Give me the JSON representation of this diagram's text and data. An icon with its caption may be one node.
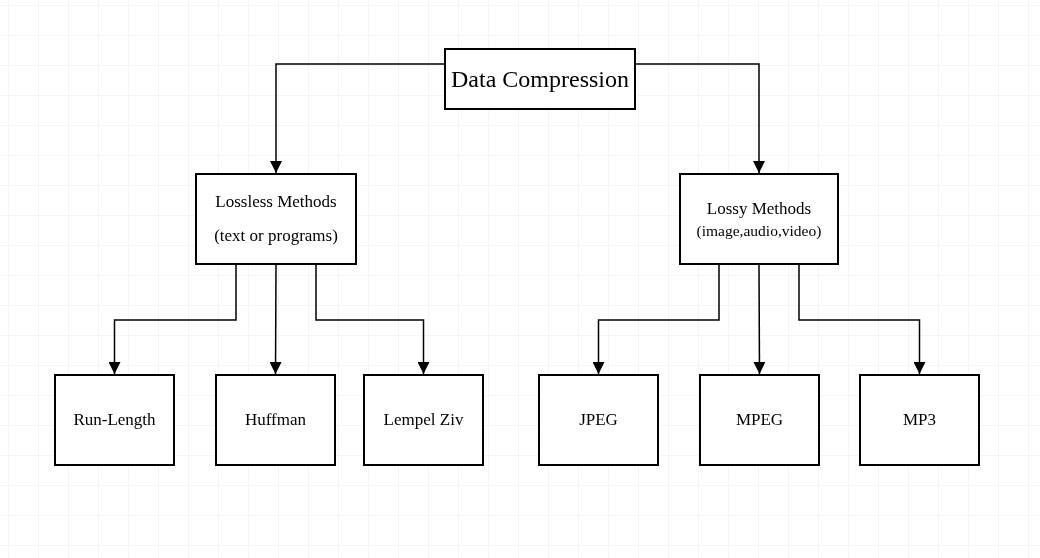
{
  "diagram": {
    "nodes": [
      {
        "text": [
          "Data Compression"
        ]
      },
      {
        "text": [
          "Lossless Methods",
          "(text or programs)"
        ]
      },
      {
        "text": [
          "Lossy Methods",
          "(image,audio,video)"
        ]
      },
      {
        "text": [
          "Run-Length"
        ]
      },
      {
        "text": [
          "Huffman"
        ]
      },
      {
        "text": [
          "Lempel Ziv"
        ]
      },
      {
        "text": [
          "JPEG"
        ]
      },
      {
        "text": [
          "MPEG"
        ]
      },
      {
        "text": [
          "MP3"
        ]
      }
    ],
    "edges": [
      {
        "from": 0,
        "to": 1,
        "arrow": "to"
      },
      {
        "from": 0,
        "to": 2,
        "arrow": "to"
      },
      {
        "from": 1,
        "to": 3,
        "arrow": "to"
      },
      {
        "from": 1,
        "to": 4,
        "arrow": "to"
      },
      {
        "from": 1,
        "to": 5,
        "arrow": "to"
      },
      {
        "from": 2,
        "to": 6,
        "arrow": "to"
      },
      {
        "from": 2,
        "to": 7,
        "arrow": "to"
      },
      {
        "from": 2,
        "to": 8,
        "arrow": "to"
      }
    ]
  }
}
